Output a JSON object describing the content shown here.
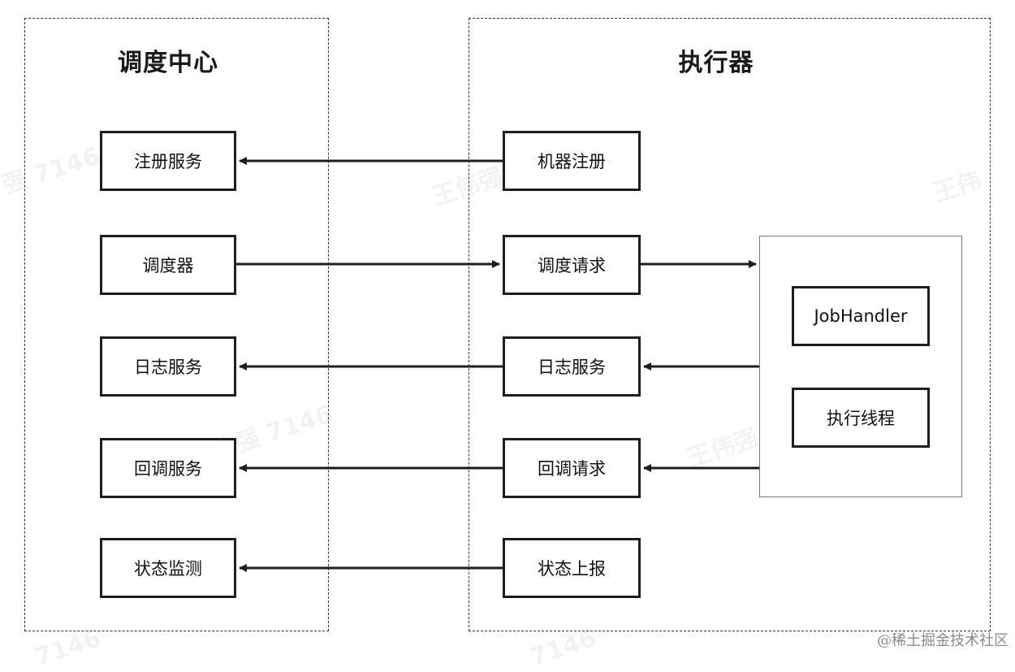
{
  "left_panel": {
    "title": "调度中心",
    "boxes": [
      "注册服务",
      "调度器",
      "日志服务",
      "回调服务",
      "状态监测"
    ]
  },
  "right_panel": {
    "title": "执行器",
    "boxes": [
      "机器注册",
      "调度请求",
      "日志服务",
      "回调请求",
      "状态上报"
    ]
  },
  "worker": {
    "boxes": [
      "JobHandler",
      "执行线程"
    ]
  },
  "watermarks": [
    "强 7146",
    "王伟强",
    "王伟",
    "王伟强 7146",
    "王伟强 7146",
    "7146",
    "7146"
  ],
  "credit": "@稀土掘金技术社区"
}
